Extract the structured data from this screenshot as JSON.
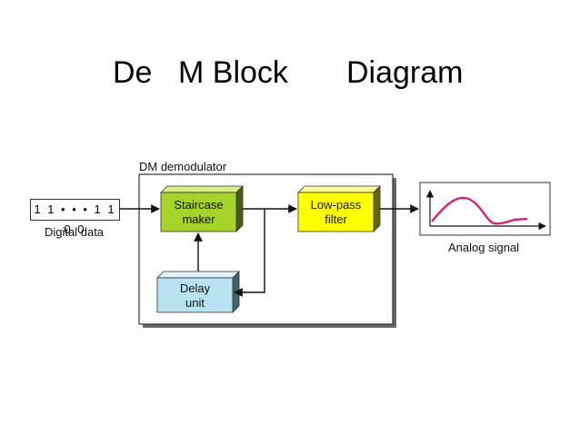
{
  "slide": {
    "title_part1": "De",
    "title_part2": "M Block",
    "title_part3": "Diagram"
  },
  "diagram": {
    "input_bits": "1 1 • • • 1 1 0 0",
    "input_label": "Digital data",
    "module_label": "DM demodulator",
    "staircase_line1": "Staircase",
    "staircase_line2": "maker",
    "lowpass_line1": "Low-pass",
    "lowpass_line2": "filter",
    "delay_line1": "Delay",
    "delay_line2": "unit",
    "output_label": "Analog signal"
  },
  "colors": {
    "staircase": "#a6d32a",
    "lowpass": "#ffff00",
    "delay": "#b9e3f0",
    "signal": "#e0217a",
    "frame": "#333333"
  }
}
